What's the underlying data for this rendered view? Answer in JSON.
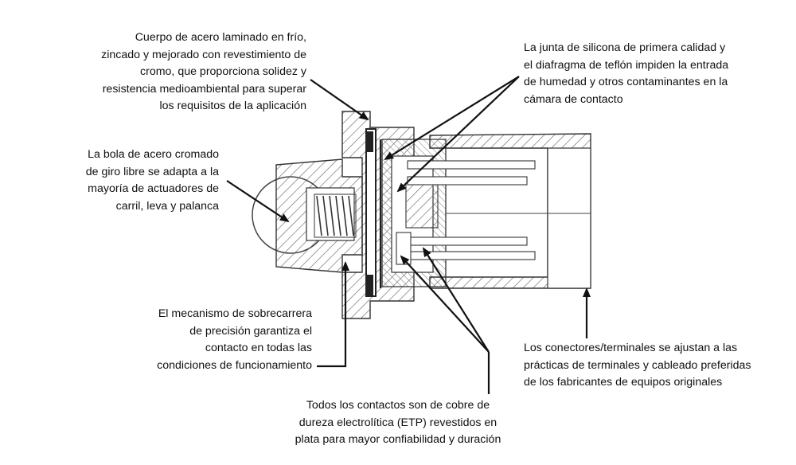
{
  "colors": {
    "ink": "#111111",
    "hatch": "#6a6a6a",
    "background": "#ffffff"
  },
  "callouts": {
    "steel_body": "Cuerpo de acero laminado en frío,\nzincado y mejorado con revestimiento de\ncromo, que proporciona solidez y\nresistencia medioambiental para superar\nlos requisitos de la aplicación",
    "steel_ball": "La bola de acero cromado\nde giro libre se adapta a la\nmayoría de actuadores de\ncarril, leva y palanca",
    "overtravel": "El mecanismo de sobrecarrera\nde precisión garantiza el\ncontacto en todas las\ncondiciones de funcionamiento",
    "seal": "La junta de silicona de primera calidad y\nel diafragma de teflón impiden la entrada\nde humedad y otros contaminantes en la\ncámara de contacto",
    "terminals": "Los conectores/terminales se ajustan a las\nprácticas de terminales y cableado preferidas\nde los fabricantes de equipos originales",
    "contacts": "Todos los contactos son de cobre de\ndureza electrolítica (ETP) revestidos en\nplata para mayor confiabilidad y duración"
  }
}
